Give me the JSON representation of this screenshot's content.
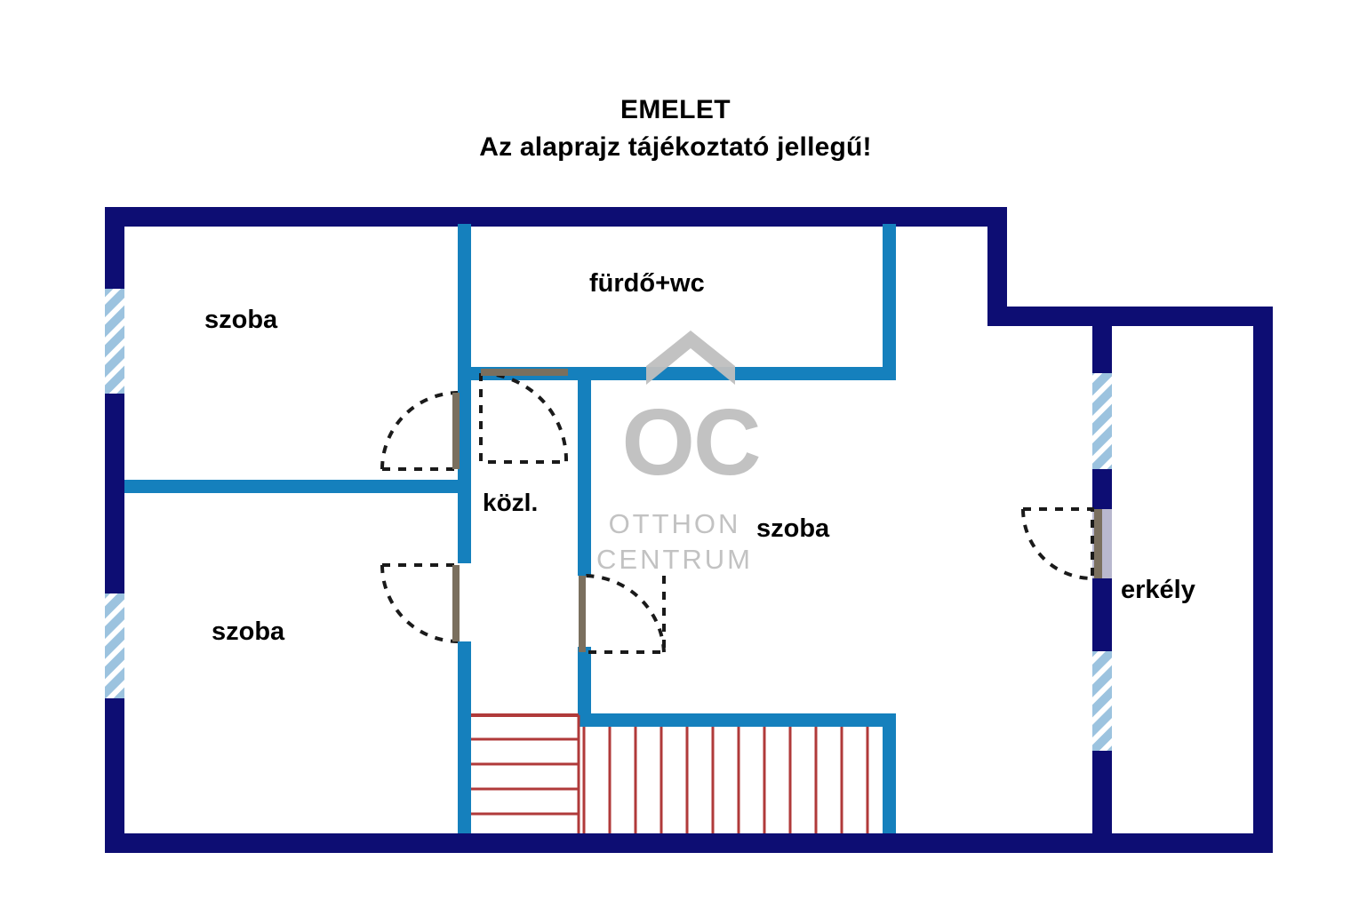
{
  "title": {
    "line1": "EMELET",
    "line2": "Az alaprajz tájékoztató jellegű!"
  },
  "watermark": {
    "monogram": "OC",
    "line1": "OTTHON",
    "line2": "CENTRUM",
    "color": "#BFBFBF"
  },
  "colors": {
    "exterior_wall": "#0D0D73",
    "interior_wall": "#1580BD",
    "window_hatch_fill": "#9CC3DF",
    "window_hatch_stripe": "#FFFFFF",
    "door_leaf": "#7A6F5E",
    "door_arc": "#1A1A1A",
    "stairs": "#B03A3A",
    "balcony_door_frame": "#B9B8CE",
    "label_text": "#000000",
    "background": "#FFFFFF"
  },
  "rooms": [
    {
      "id": "szoba-top-left",
      "label": "szoba"
    },
    {
      "id": "szoba-bottom-left",
      "label": "szoba"
    },
    {
      "id": "furdo-wc",
      "label": "fürdő+wc"
    },
    {
      "id": "kozlekedo",
      "label": "közl."
    },
    {
      "id": "szoba-right",
      "label": "szoba"
    },
    {
      "id": "erkely",
      "label": "erkély"
    }
  ],
  "features": {
    "windows_count": 4,
    "doors_count": 5,
    "staircase": {
      "lower_run_steps": 5,
      "upper_run_steps": 12
    }
  }
}
